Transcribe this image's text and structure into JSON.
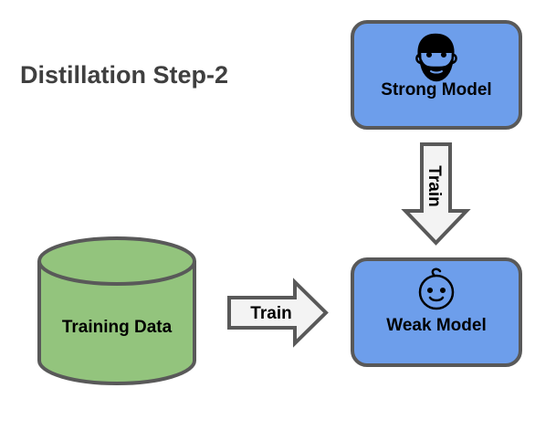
{
  "title": "Distillation Step-2",
  "nodes": {
    "strong_model": {
      "label": "Strong Model",
      "icon": "bearded-man-icon",
      "fill": "#6d9eeb"
    },
    "weak_model": {
      "label": "Weak Model",
      "icon": "baby-face-icon",
      "fill": "#6d9eeb"
    },
    "training_data": {
      "label": "Training Data",
      "icon": "database-cylinder",
      "fill": "#93c47d"
    }
  },
  "edges": {
    "strong_to_weak": {
      "label": "Train",
      "from": "Strong Model",
      "to": "Weak Model"
    },
    "data_to_weak": {
      "label": "Train",
      "from": "Training Data",
      "to": "Weak Model"
    }
  },
  "colors": {
    "stroke": "#595959",
    "arrow_fill": "#f3f3f3",
    "title": "#3f3f3f"
  }
}
